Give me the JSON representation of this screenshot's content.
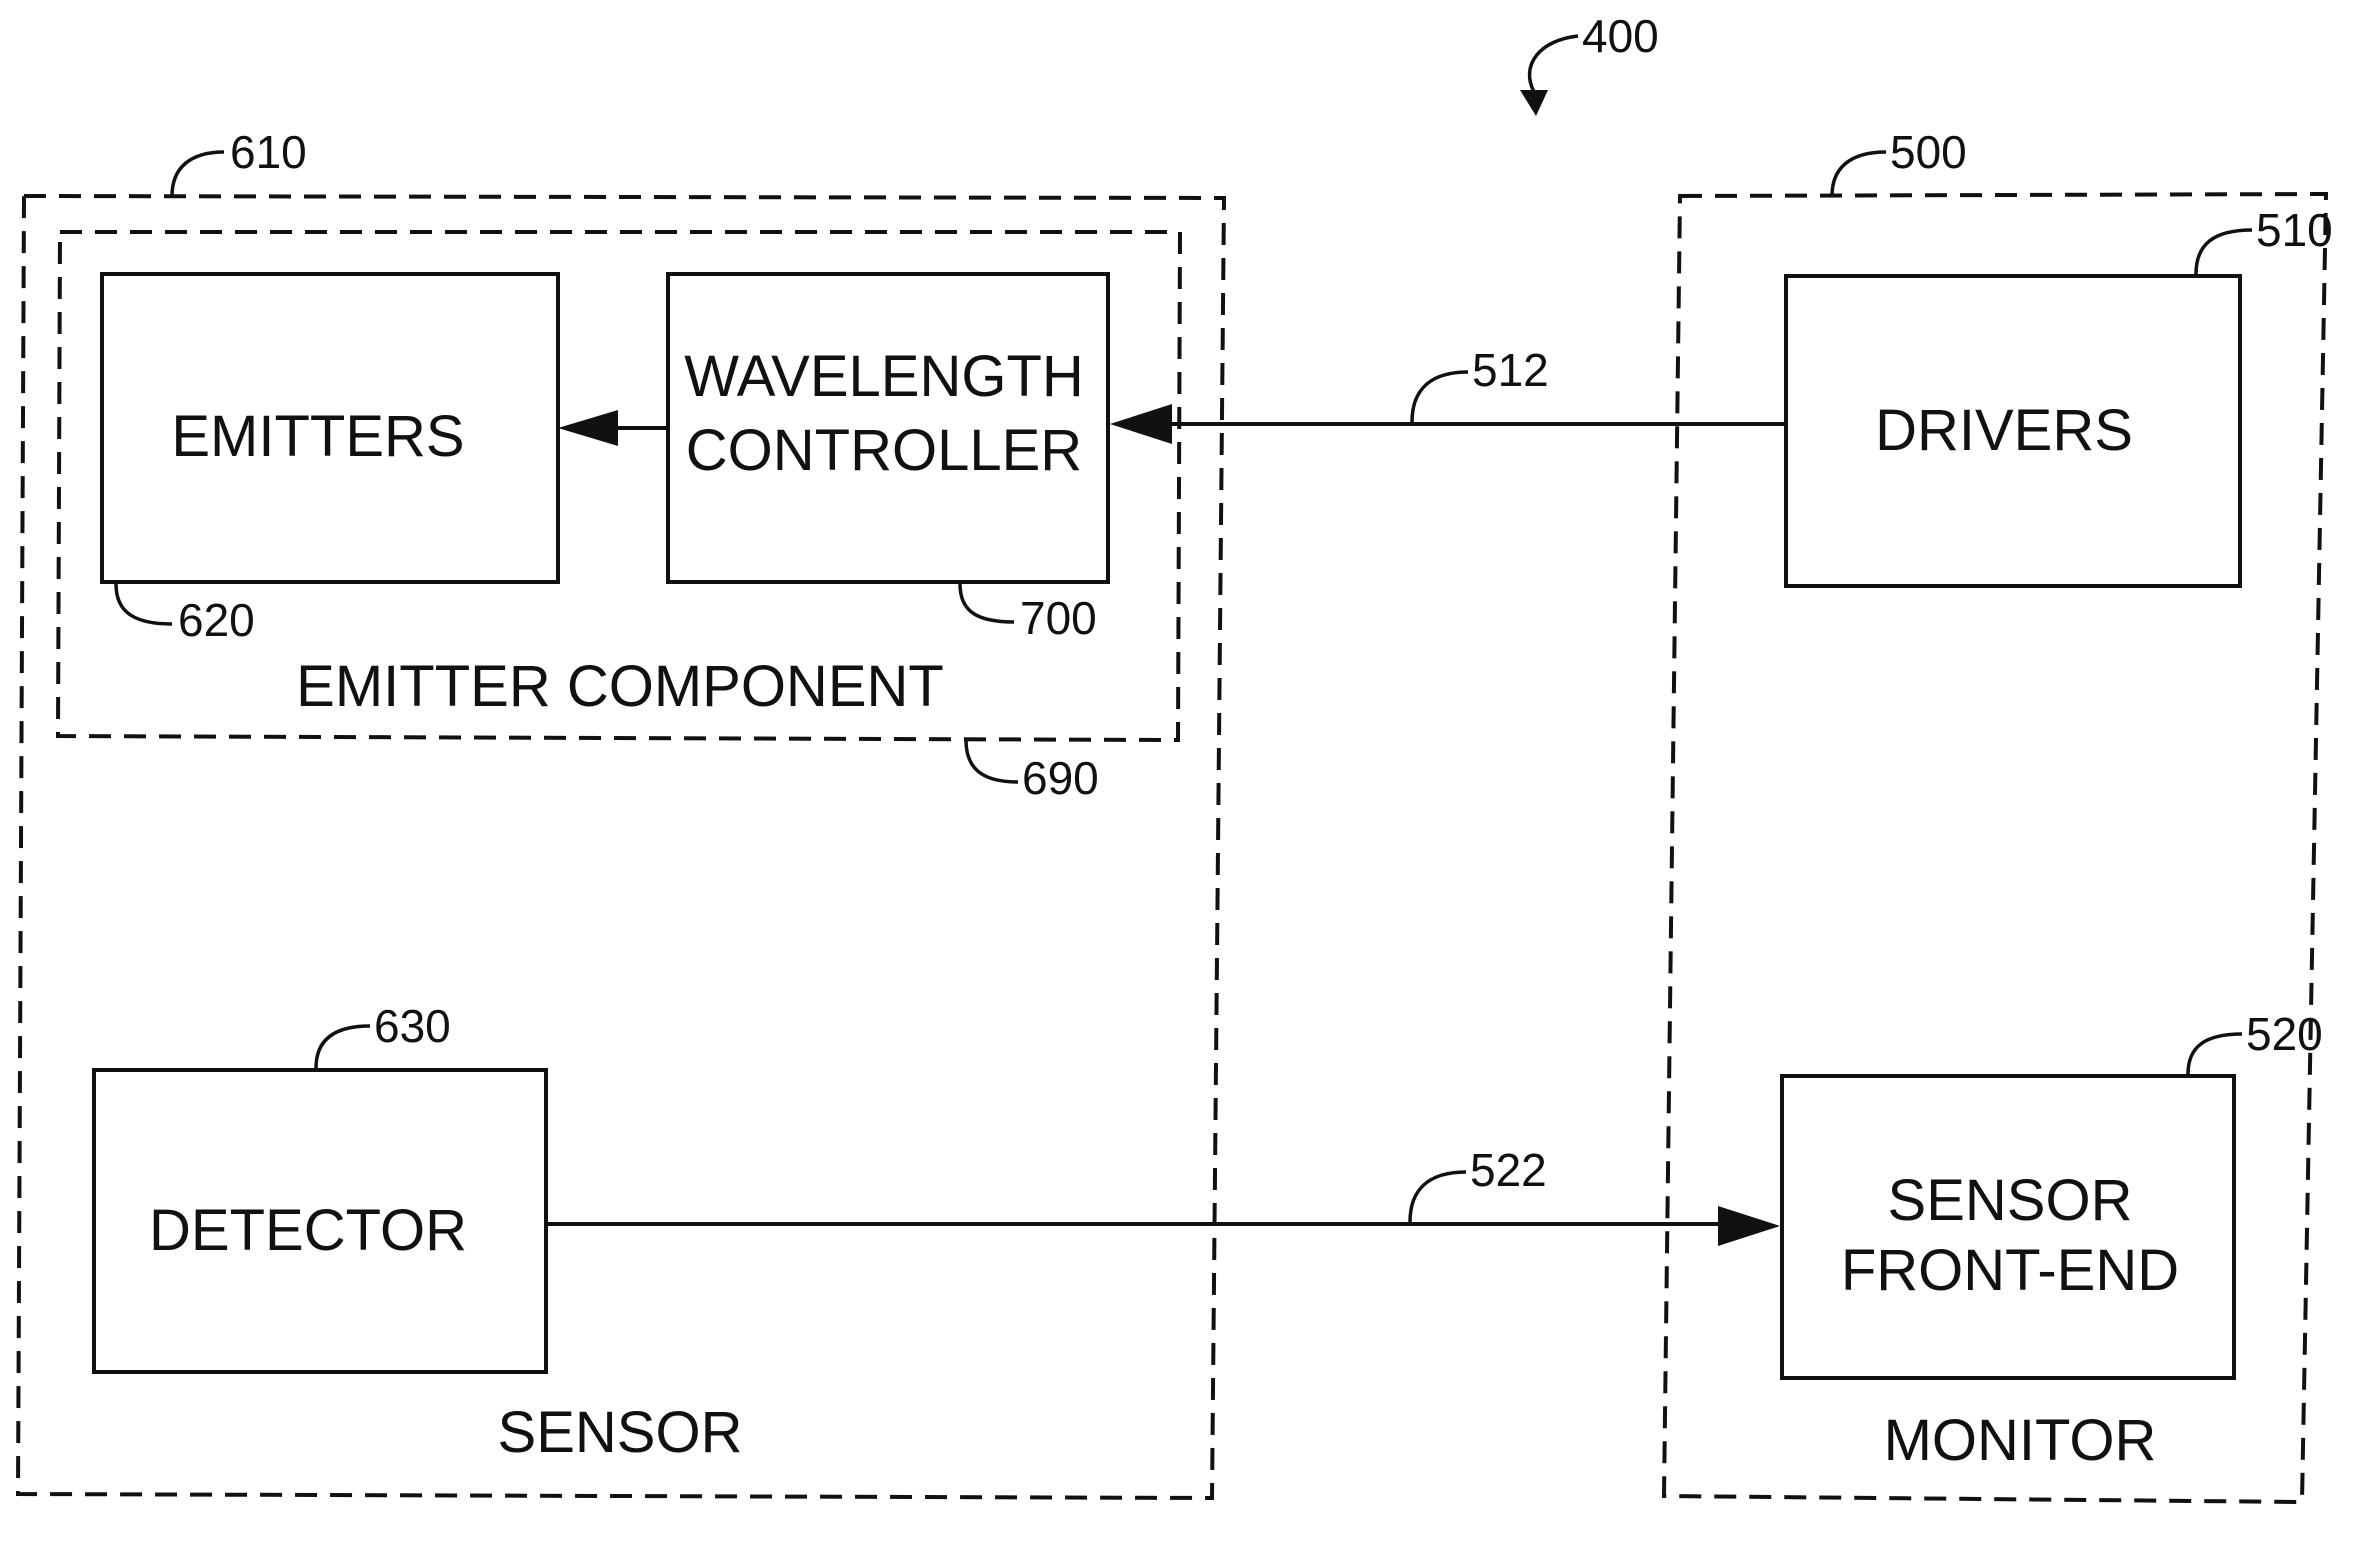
{
  "figure_ref": "400",
  "sensor": {
    "label": "SENSOR",
    "ref": "610",
    "emitter_component": {
      "label": "EMITTER COMPONENT",
      "ref": "690",
      "emitters": {
        "label": "EMITTERS",
        "ref": "620"
      },
      "wavelength_controller": {
        "label_line1": "WAVELENGTH",
        "label_line2": "CONTROLLER",
        "ref": "700"
      }
    },
    "detector": {
      "label": "DETECTOR",
      "ref": "630"
    }
  },
  "monitor": {
    "label": "MONITOR",
    "ref": "500",
    "drivers": {
      "label": "DRIVERS",
      "ref": "510"
    },
    "sensor_front_end": {
      "label_line1": "SENSOR",
      "label_line2": "FRONT-END",
      "ref": "520"
    }
  },
  "connections": {
    "drivers_to_controller": {
      "ref": "512"
    },
    "detector_to_front_end": {
      "ref": "522"
    }
  },
  "colors": {
    "ink": "#111111",
    "paper": "#ffffff"
  }
}
